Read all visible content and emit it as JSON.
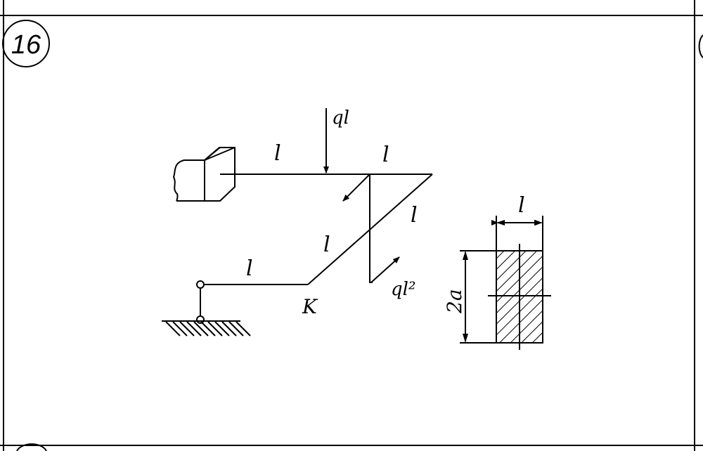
{
  "problem": {
    "number": "16"
  },
  "labels": {
    "segment_1": "l",
    "segment_2": "l",
    "segment_3": "l",
    "segment_4": "l",
    "segment_5": "l",
    "point_k": "K",
    "force": "ql",
    "moment": "ql²"
  },
  "section": {
    "width_label": "l",
    "height_label": "2a"
  },
  "colors": {
    "ink": "#000000",
    "paper": "#ffffff"
  }
}
